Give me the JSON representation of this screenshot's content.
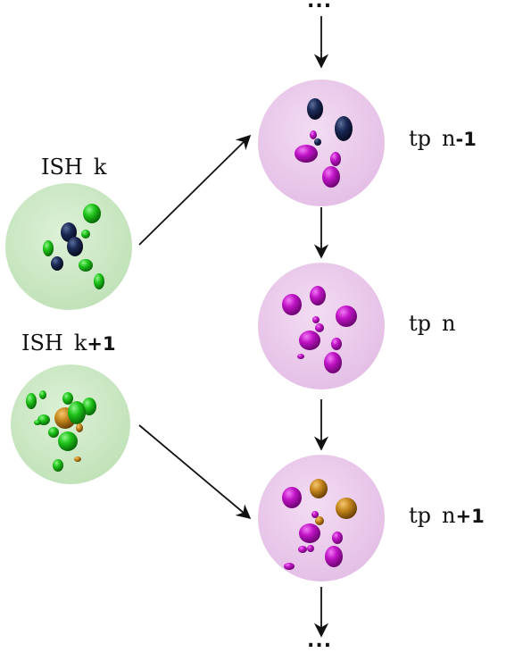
{
  "labels": {
    "ish_k": {
      "word": "ISH",
      "index": "k",
      "suffix": ""
    },
    "ish_k1": {
      "word": "ISH",
      "index": "k",
      "suffix": "+1"
    },
    "tp_n_minus": {
      "word": "tp",
      "index": "n",
      "suffix": "-1"
    },
    "tp_n": {
      "word": "tp",
      "index": "n",
      "suffix": ""
    },
    "tp_n_plus": {
      "word": "tp",
      "index": "n",
      "suffix": "+1"
    }
  },
  "ellipsis_top": "...",
  "ellipsis_bottom": "...",
  "colors": {
    "tp_cell": "#e9c6ea",
    "ish_cell": "#c9e7c2",
    "magenta": "#c213c8",
    "green": "#1fc41b",
    "navy": "#172452",
    "orange": "#c9881f"
  }
}
